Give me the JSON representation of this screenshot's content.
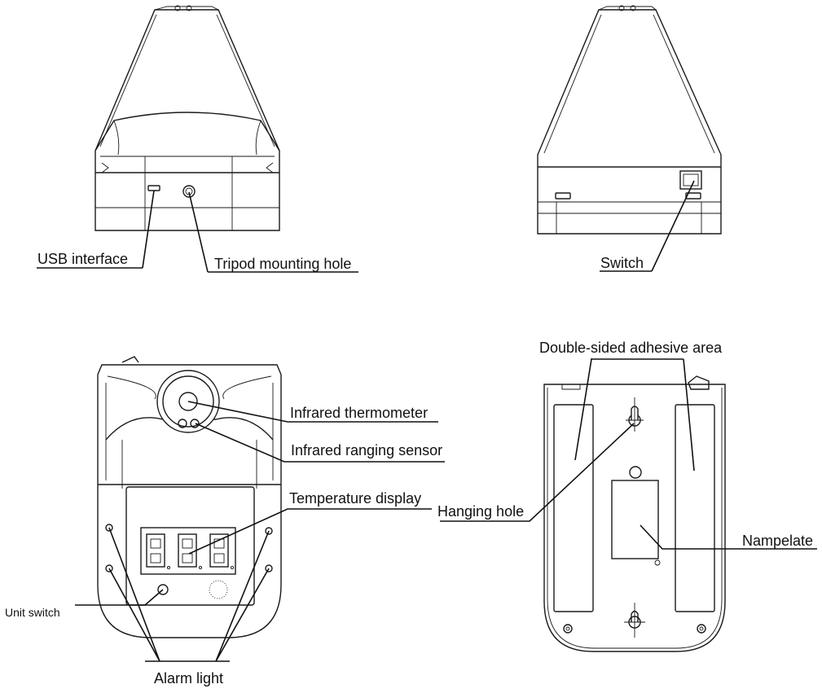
{
  "labels": {
    "usb_interface": "USB interface",
    "tripod_mounting_hole": "Tripod mounting hole",
    "switch": "Switch",
    "infrared_thermometer": "Infrared thermometer",
    "infrared_ranging_sensor": "Infrared ranging sensor",
    "temperature_display": "Temperature display",
    "unit_switch": "Unit switch",
    "alarm_light": "Alarm light",
    "double_sided_adhesive_area": "Double-sided adhesive area",
    "hanging_hole": "Hanging hole",
    "nampelate": "Nampelate"
  }
}
